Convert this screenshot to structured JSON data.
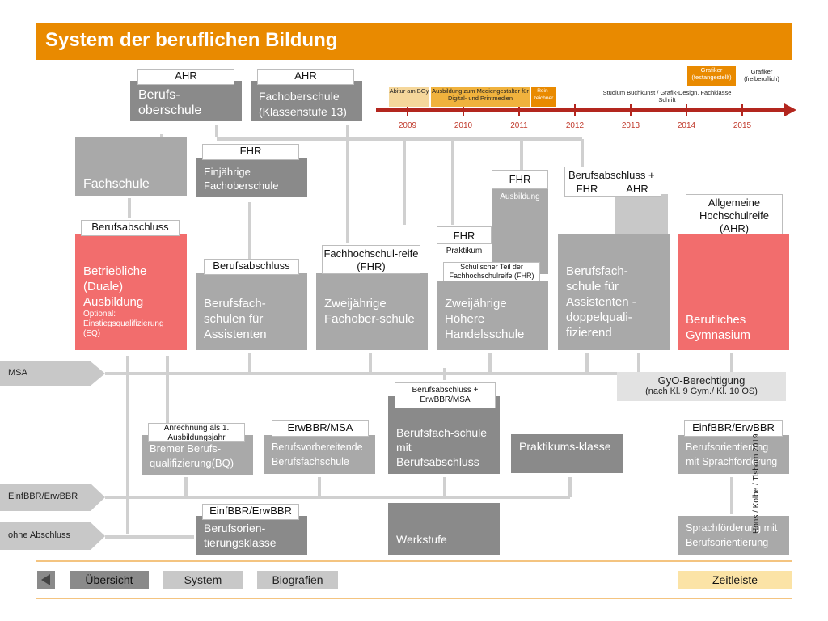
{
  "title": "System der beruflichen Bildung",
  "credit": "Hons / Kolbe / Tisborn 2019",
  "top_row": {
    "berufsoberschule_tag": "AHR",
    "berufsoberschule": "Berufs-oberschule",
    "fachoberschule_tag": "AHR",
    "fachoberschule": "Fachoberschule (Klassenstufe 13)"
  },
  "timeline": {
    "years": [
      "2009",
      "2010",
      "2011",
      "2012",
      "2013",
      "2014",
      "2015"
    ],
    "abitur": "Abitur am BGy",
    "ausbildung": "Ausbildung zum Mediengestalter für Digital- und Printmedien",
    "reinzeichner": "Rein-zeichner",
    "studium": "Studium Buchkunst / Grafik-Design, Fachklasse Schrift",
    "grafiker_fest": "Grafiker (festangestellt)",
    "grafiker_frei": "Grafiker (freiberuflich)"
  },
  "mid_row": {
    "fachschule": "Fachschule",
    "fhr_tag": "FHR",
    "einjaehrige_fos": "Einjährige Fachoberschule",
    "fhr_tag2": "FHR",
    "ausbildung_small": "Ausbildung",
    "fhr_tag3": "FHR",
    "praktikum_small": "Praktikum",
    "schulischer_teil": "Schulischer Teil der Fachhochschulreife (FHR)",
    "bf_plus": "Berufsabschluss +",
    "bf_fhr": "FHR",
    "bf_ahr": "AHR",
    "allg_hsr": "Allgemeine Hochschulreife (AHR)"
  },
  "main_row": {
    "berufsabschluss_tag": "Berufsabschluss",
    "duale_title": "Betriebliche (Duale) Ausbildung",
    "duale_opt": "Optional: Einstiegsqualifizierung (EQ)",
    "berufsabschluss_tag2": "Berufsabschluss",
    "bfs_assist": "Berufsfach-schulen für Assistenten",
    "fhr_reife_tag": "Fachhochschul-reife (FHR)",
    "zweij_fos": "Zweijährige Fachober-schule",
    "zweij_hhs": "Zweijährige Höhere Handelsschule",
    "bfs_doppel": "Berufsfach-schule für Assistenten - doppelquali-fizierend",
    "bgym": "Berufliches Gymnasium"
  },
  "side_labels": {
    "msa": "MSA",
    "einfbbr": "EinfBBR/ErwBBR",
    "ohne": "ohne Abschluss"
  },
  "gyo": {
    "title": "GyO-Berechtigung",
    "sub": "(nach Kl. 9 Gym./  Kl. 10 OS)"
  },
  "lower_row": {
    "anrechnung": "Anrechnung als 1. Ausbildungsjahr",
    "bq": "Bremer Berufs-qualifizierung(BQ)",
    "erwbbr_tag": "ErwBBR/MSA",
    "bvbfs": "Berufsvorbereitende Berufsfachschule",
    "ba_erw_tag": "Berufsabschluss + ErwBBR/MSA",
    "bfs_ba": "Berufsfach-schule mit Berufsabschluss",
    "praktikumsklasse": "Praktikums-klasse",
    "einf_tag": "EinfBBR/ErwBBR",
    "bo_sprach": "Berufsorientierung mit Sprachförderung"
  },
  "bottom_row": {
    "einf_tag": "EinfBBR/ErwBBR",
    "bo_klasse": "Berufsorien-tierungsklasse",
    "werkstufe": "Werkstufe",
    "sprach_bo": "Sprachförderung mit Berufsorientierung"
  },
  "nav": {
    "uebersicht": "Übersicht",
    "system": "System",
    "biografien": "Biografien",
    "zeitleiste": "Zeitleiste"
  },
  "colors": {
    "accent": "#e98a00",
    "red": "#f26d6d",
    "timeline": "#b3261e",
    "gray": "#8a8a8a"
  }
}
